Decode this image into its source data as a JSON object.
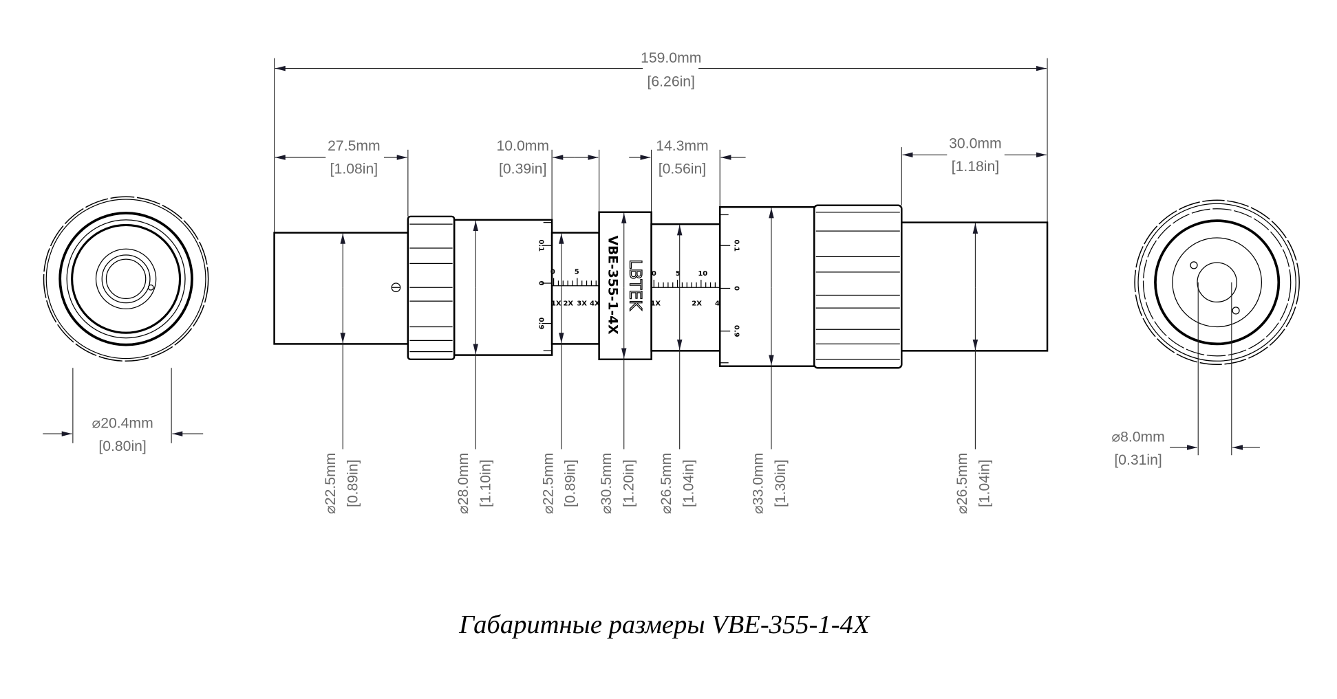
{
  "title": "Габаритные размеры VBE-355-1-4X",
  "product": {
    "brand_logo": "LBTEK",
    "model": "VBE-355-1-4X"
  },
  "overall_length": {
    "mm": "159.0mm",
    "in": "[6.26in]"
  },
  "horizontal_dims": [
    {
      "mm": "27.5mm",
      "in": "[1.08in]"
    },
    {
      "mm": "10.0mm",
      "in": "[0.39in]"
    },
    {
      "mm": "14.3mm",
      "in": "[0.56in]"
    },
    {
      "mm": "30.0mm",
      "in": "[1.18in]"
    }
  ],
  "diameter_dims": [
    {
      "mm": "⌀22.5mm",
      "in": "[0.89in]"
    },
    {
      "mm": "⌀28.0mm",
      "in": "[1.10in]"
    },
    {
      "mm": "⌀22.5mm",
      "in": "[0.89in]"
    },
    {
      "mm": "⌀30.5mm",
      "in": "[1.20in]"
    },
    {
      "mm": "⌀26.5mm",
      "in": "[1.04in]"
    },
    {
      "mm": "⌀33.0mm",
      "in": "[1.30in]"
    },
    {
      "mm": "⌀26.5mm",
      "in": "[1.04in]"
    }
  ],
  "left_end_view": {
    "mm": "⌀20.4mm",
    "in": "[0.80in]"
  },
  "right_end_view": {
    "mm": "⌀8.0mm",
    "in": "[0.31in]"
  },
  "scale_marks": {
    "focus": [
      "0.1",
      "0",
      "0.9"
    ],
    "ruler_a": [
      "0",
      "5"
    ],
    "ruler_a_mag": [
      "1X",
      "2X",
      "3X",
      "4X"
    ],
    "ruler_b": [
      "0",
      "5",
      "10"
    ],
    "ruler_b_mag": [
      "1X",
      "2X",
      "4"
    ]
  }
}
